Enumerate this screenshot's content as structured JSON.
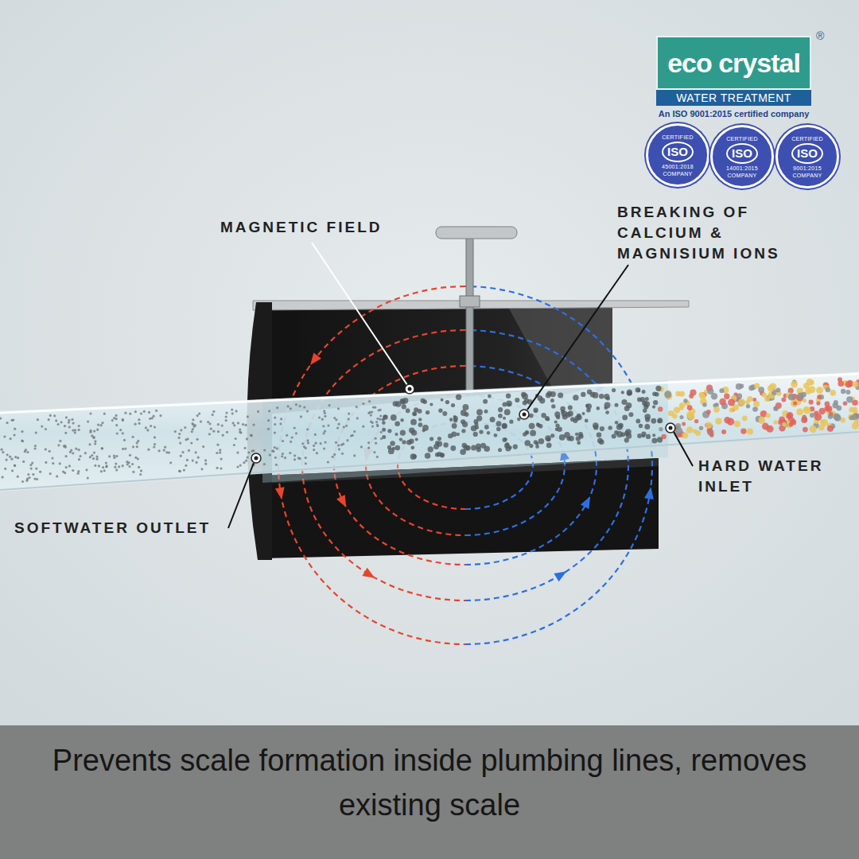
{
  "diagram": {
    "caption": "Prevents scale formation inside plumbing lines, removes existing scale",
    "nodes": [
      {
        "text": [
          "eco crystal"
        ]
      },
      {
        "text": [
          "WATER TREATMENT"
        ]
      },
      {
        "text": [
          "CERTIFIED",
          "ISO",
          "45001:2018",
          "COMPANY"
        ]
      },
      {
        "text": [
          "CERTIFIED",
          "ISO",
          "14001:2015",
          "COMPANY"
        ]
      },
      {
        "text": [
          "CERTIFIED",
          "ISO",
          "9001:2015",
          "COMPANY"
        ]
      }
    ],
    "labels": [
      "®",
      "An ISO 9001:2015 certified company",
      "MAGNETIC FIELD",
      "BREAKING OF CALCIUM & MAGNISIUM IONS",
      "HARD WATER INLET",
      "SOFTWATER OUTLET"
    ]
  }
}
